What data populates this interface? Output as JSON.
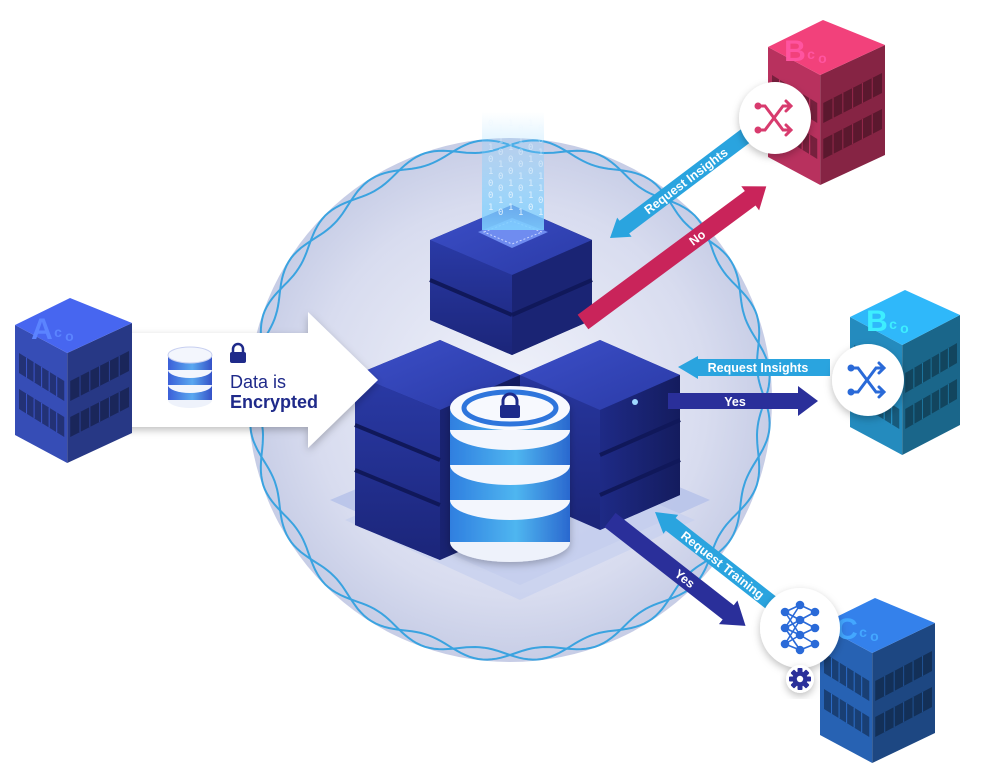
{
  "encryption": {
    "line1": "Data is",
    "line2": "Encrypted"
  },
  "buildings": [
    {
      "id": "company-a",
      "letters": [
        "A",
        "c",
        "o"
      ],
      "color": "#3f5bd6"
    },
    {
      "id": "company-b-top",
      "letters": [
        "B",
        "c",
        "o"
      ],
      "color": "#d83a6e"
    },
    {
      "id": "company-b-mid",
      "letters": [
        "B",
        "c",
        "o"
      ],
      "color": "#2aa4df"
    },
    {
      "id": "company-c",
      "letters": [
        "C",
        "c",
        "o"
      ],
      "color": "#2e73d2"
    }
  ],
  "arrows": {
    "request_insights_top": "Request Insights",
    "no": "No",
    "request_insights_mid": "Request Insights",
    "yes_mid": "Yes",
    "request_training": "Request Training",
    "yes_bottom": "Yes"
  },
  "binary_stream": [
    "0",
    "1",
    "1",
    "0",
    "1",
    "0",
    "0",
    "1"
  ],
  "icons": {
    "lock": "lock-icon",
    "database": "database-icon",
    "shuffle": "shuffle-icon",
    "neural_net": "neural-network-icon",
    "gear": "gear-icon"
  }
}
